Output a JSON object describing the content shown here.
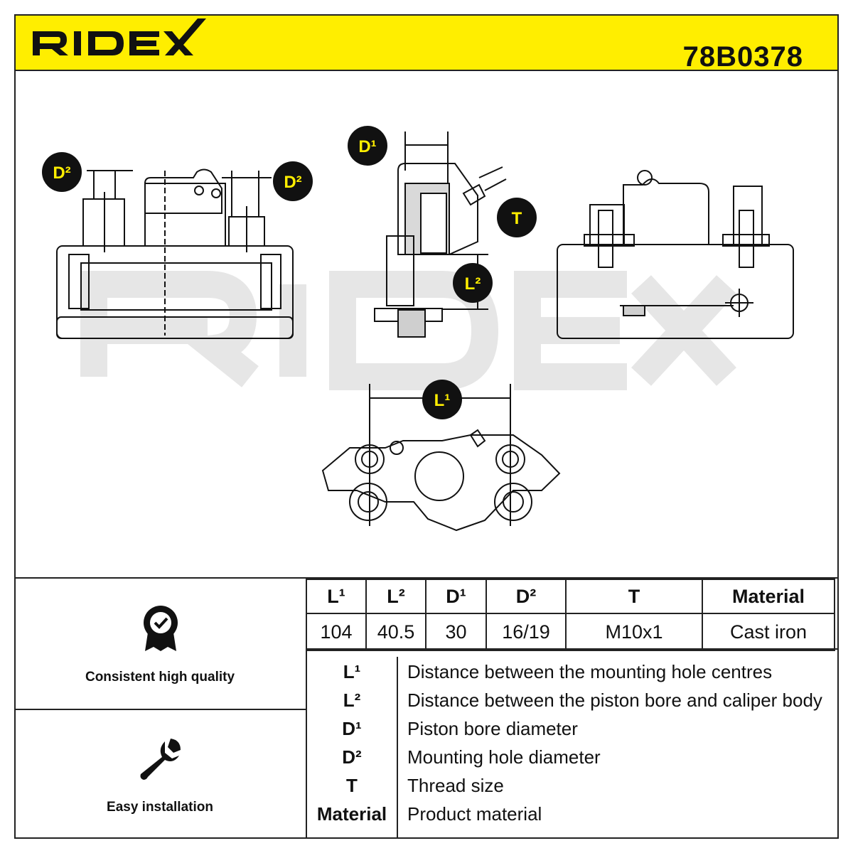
{
  "header": {
    "brand": "RIDEX",
    "part_number": "78B0378"
  },
  "drawing": {
    "dimension_labels": {
      "d2_left": "D²",
      "d2_right": "D²",
      "d1": "D¹",
      "t": "T",
      "l2": "L²",
      "l1": "L¹"
    },
    "watermark": "RIDEX"
  },
  "features": [
    {
      "icon": "quality-badge-icon",
      "label": "Consistent high quality"
    },
    {
      "icon": "wrench-icon",
      "label": "Easy installation"
    }
  ],
  "spec_table": {
    "headers": [
      "L¹",
      "L²",
      "D¹",
      "D²",
      "T",
      "Material"
    ],
    "values": [
      "104",
      "40.5",
      "30",
      "16/19",
      "M10x1",
      "Cast iron"
    ]
  },
  "legend": [
    {
      "key": "L¹",
      "desc": "Distance between the mounting hole centres"
    },
    {
      "key": "L²",
      "desc": "Distance between the piston bore and caliper body"
    },
    {
      "key": "D¹",
      "desc": "Piston bore diameter"
    },
    {
      "key": "D²",
      "desc": "Mounting hole diameter"
    },
    {
      "key": "T",
      "desc": "Thread size"
    },
    {
      "key": "Material",
      "desc": "Product material"
    }
  ],
  "colors": {
    "accent": "#ffee00",
    "ink": "#111111"
  }
}
